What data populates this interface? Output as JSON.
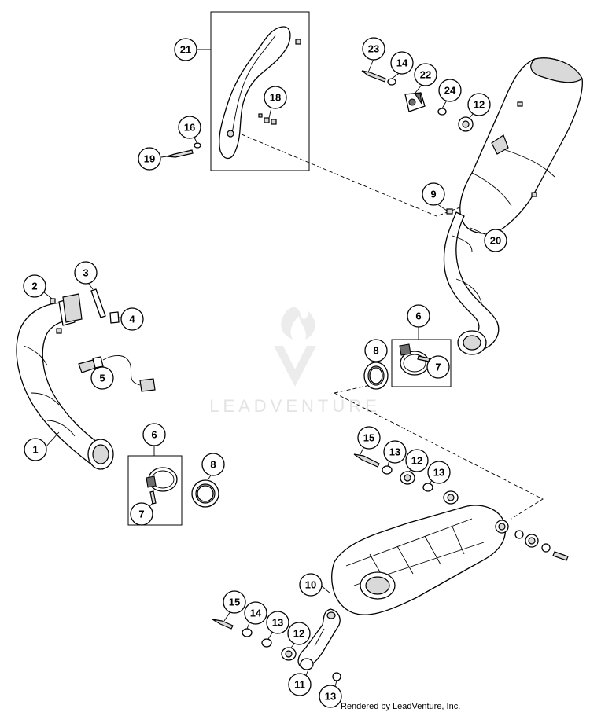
{
  "watermark": {
    "text": "LEADVENTURE"
  },
  "credit": "Rendered by LeadVenture, Inc.",
  "callouts": [
    {
      "label": "21"
    },
    {
      "label": "16"
    },
    {
      "label": "19"
    },
    {
      "label": "18"
    },
    {
      "label": "23"
    },
    {
      "label": "14"
    },
    {
      "label": "22"
    },
    {
      "label": "24"
    },
    {
      "label": "12"
    },
    {
      "label": "9"
    },
    {
      "label": "20"
    },
    {
      "label": "2"
    },
    {
      "label": "3"
    },
    {
      "label": "4"
    },
    {
      "label": "5"
    },
    {
      "label": "1"
    },
    {
      "label": "6"
    },
    {
      "label": "7"
    },
    {
      "label": "8"
    },
    {
      "label": "6"
    },
    {
      "label": "7"
    },
    {
      "label": "8"
    },
    {
      "label": "15"
    },
    {
      "label": "13"
    },
    {
      "label": "12"
    },
    {
      "label": "13"
    },
    {
      "label": "10"
    },
    {
      "label": "15"
    },
    {
      "label": "14"
    },
    {
      "label": "13"
    },
    {
      "label": "12"
    },
    {
      "label": "11"
    },
    {
      "label": "13"
    }
  ]
}
